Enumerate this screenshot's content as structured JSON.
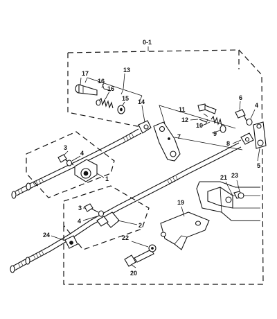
{
  "figure": {
    "group_label": "0-1",
    "callouts": {
      "c1": "1",
      "c2": "2",
      "c3a": "3",
      "c3b": "3",
      "c4a": "4",
      "c4b": "4",
      "c4c": "4",
      "c5": "5",
      "c6": "6",
      "c7": "7",
      "c8": "8",
      "c9": "9",
      "c10": "10",
      "c11": "11",
      "c12": "12",
      "c13": "13",
      "c14": "14",
      "c15": "15",
      "c16a": "16",
      "c16b": "16",
      "c17": "17",
      "c19": "19",
      "c20": "20",
      "c21": "21",
      "c22": "22",
      "c23": "23",
      "c24": "24"
    }
  }
}
